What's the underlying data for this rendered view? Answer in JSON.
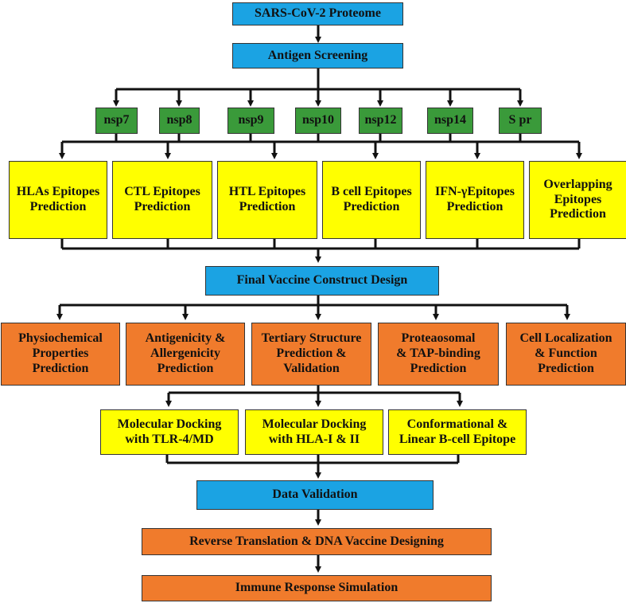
{
  "title": "SARS-CoV-2 Proteome",
  "screening": "Antigen Screening",
  "proteins": [
    "nsp7",
    "nsp8",
    "nsp9",
    "nsp10",
    "nsp12",
    "nsp14",
    "S pr"
  ],
  "predictions": [
    "HLAs Epitopes\nPrediction",
    "CTL Epitopes\nPrediction",
    "HTL  Epitopes\nPrediction",
    "B cell Epitopes\nPrediction",
    "IFN-γEpitopes\nPrediction",
    "Overlapping\nEpitopes\nPrediction"
  ],
  "construct": "Final Vaccine Construct Design",
  "analyses": [
    "Physiochemical\nProperties\nPrediction",
    "Antigenicity &\nAllergenicity\nPrediction",
    "Tertiary Structure\nPrediction &\nValidation",
    "Proteaosomal\n& TAP-binding\nPrediction",
    "Cell Localization\n& Function\nPrediction"
  ],
  "docking": [
    "Molecular Docking\nwith TLR-4/MD",
    "Molecular Docking\nwith HLA-I & II",
    "Conformational &\nLinear B-cell Epitope"
  ],
  "validation": "Data Validation",
  "translation": "Reverse Translation & DNA Vaccine Designing",
  "simulation": "Immune Response Simulation",
  "colors": {
    "blue": "#1ba3e3",
    "green": "#3a9a3a",
    "yellow": "#ffff00",
    "orange": "#f07b2c"
  }
}
